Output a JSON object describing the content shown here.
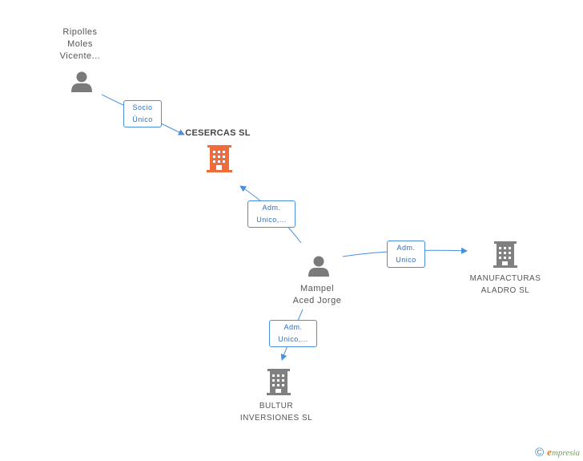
{
  "nodes": {
    "ripolles": {
      "lines": [
        "Ripolles",
        "Moles",
        "Vicente..."
      ],
      "kind": "person"
    },
    "cesercas": {
      "lines": [
        "CESERCAS SL"
      ],
      "kind": "company-main"
    },
    "mampel": {
      "lines": [
        "Mampel",
        "Aced Jorge"
      ],
      "kind": "person"
    },
    "manufacturas": {
      "lines": [
        "MANUFACTURAS",
        "ALADRO SL"
      ],
      "kind": "company"
    },
    "bultur": {
      "lines": [
        "BULTUR",
        "INVERSIONES SL"
      ],
      "kind": "company"
    }
  },
  "edges": {
    "ripolles_cesercas": {
      "lines": [
        "Socio",
        "Único"
      ]
    },
    "mampel_cesercas": {
      "lines": [
        "Adm.",
        "Unico,..."
      ]
    },
    "mampel_manufacturas": {
      "lines": [
        "Adm.",
        "Unico"
      ]
    },
    "mampel_bultur": {
      "lines": [
        "Adm.",
        "Unico,..."
      ]
    }
  },
  "colors": {
    "main_company": "#f26b3a",
    "company": "#808080",
    "person": "#7a7a7a",
    "edge": "#4a8fdc"
  },
  "footer": {
    "copyright": "©",
    "brand_initial": "e",
    "brand_rest": "mpresia"
  }
}
